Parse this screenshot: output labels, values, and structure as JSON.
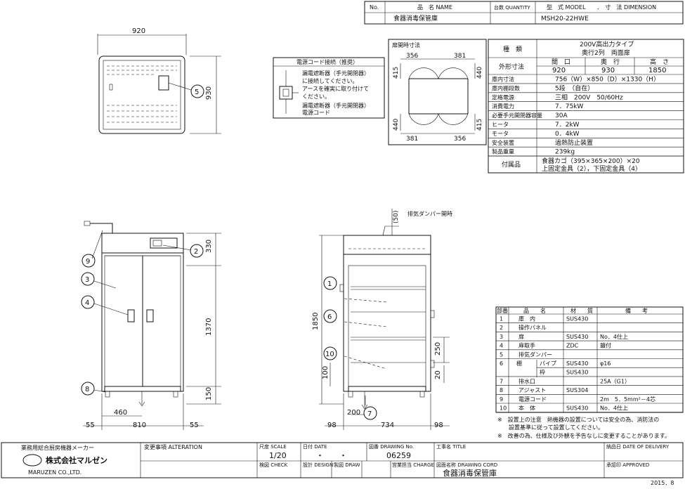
{
  "header": {
    "no_label": "No.",
    "name_label": "品　名 NAME",
    "qty_label": "台数 QUANTITY",
    "model_label": "型　式 MODEL　　．　寸　法 DIMENSION",
    "product_name": "食器消毒保管庫",
    "model": "MSH20-22HWE"
  },
  "views": {
    "top_width": "920",
    "top_depth": "930",
    "front_heights": [
      "330",
      "1370",
      "150"
    ],
    "front_widths": [
      "55",
      "810",
      "55"
    ],
    "front_460": "460",
    "side_total_height": "1850",
    "side_damper": "(50)",
    "side_damper_label": "排気ダンパー開時",
    "side_dims": [
      "250",
      "20",
      "100"
    ],
    "side_bottom": [
      "98",
      "734",
      "98"
    ],
    "side_200": "200",
    "callouts": [
      "1",
      "2",
      "3",
      "4",
      "5",
      "6",
      "7",
      "8",
      "9",
      "10"
    ]
  },
  "door_swing": {
    "title": "扉開時寸法",
    "top": [
      "356",
      "381"
    ],
    "side_left": [
      "415",
      "440"
    ],
    "side_right": [
      "440",
      "415"
    ],
    "bottom": [
      "381",
      "356"
    ]
  },
  "power_note": {
    "title": "電源コード接続（推奨）",
    "lines": [
      "漏電遮断器（手元開閉器）",
      "に接続してください。",
      "アースを確実に取り付けて",
      "ください。"
    ],
    "legend1": "漏電遮断器（手元開閉器）",
    "legend2": "電源コード"
  },
  "spec": {
    "type_label": "種　類",
    "type_value1": "200V高出力タイプ",
    "type_value2": "奥行2列　両面扉",
    "outer_label": "外形寸法",
    "outer_headers": [
      "間　口",
      "奥　行",
      "高　さ"
    ],
    "outer_values": [
      "920",
      "930",
      "1850"
    ],
    "rows": [
      {
        "label": "庫内寸法",
        "value": "756（W）×850（D）×1330（H）"
      },
      {
        "label": "庫内棚段数",
        "value": "5段　（自在）"
      },
      {
        "label": "定格電源",
        "value": "三相　200V　50/60Hz"
      },
      {
        "label": "消費電力",
        "value": "7．75kW"
      },
      {
        "label": "必要手元開閉器容量",
        "value": "30A"
      },
      {
        "label": "ヒータ",
        "value": "7．2kW"
      },
      {
        "label": "モータ",
        "value": "0．4kW"
      },
      {
        "label": "安全装置",
        "value": "過熱防止装置"
      },
      {
        "label": "製品重量",
        "value": "239kg"
      }
    ],
    "accessory_label": "付属品",
    "accessory_lines": [
      "食器カゴ（395×365×200）×20",
      "上固定金具（2），下固定金具（4）"
    ]
  },
  "parts": {
    "headers": [
      "部番",
      "品　　名",
      "材　　質",
      "備　　考"
    ],
    "rows": [
      {
        "no": "1",
        "name": "庫　内",
        "sub": "",
        "mat": "SUS430",
        "note": ""
      },
      {
        "no": "2",
        "name": "操作パネル",
        "sub": "",
        "mat": "",
        "note": ""
      },
      {
        "no": "3",
        "name": "扉",
        "sub": "",
        "mat": "SUS430",
        "note": "No．4仕上"
      },
      {
        "no": "4",
        "name": "扉取手",
        "sub": "",
        "mat": "ZDC",
        "note": "鍍付"
      },
      {
        "no": "5",
        "name": "排気ダンパー",
        "sub": "",
        "mat": "",
        "note": ""
      },
      {
        "no": "6",
        "name": "棚",
        "sub": "パイプ",
        "mat": "SUS430",
        "note": "φ16"
      },
      {
        "no": "",
        "name": "",
        "sub": "枠",
        "mat": "SUS430",
        "note": ""
      },
      {
        "no": "7",
        "name": "排水口",
        "sub": "",
        "mat": "",
        "note": "25A（G1）"
      },
      {
        "no": "8",
        "name": "アジャスト",
        "sub": "",
        "mat": "SUS304",
        "note": ""
      },
      {
        "no": "9",
        "name": "電源コード",
        "sub": "",
        "mat": "",
        "note": "2m　5．5mm²－4芯"
      },
      {
        "no": "10",
        "name": "本　体",
        "sub": "",
        "mat": "SUS430",
        "note": "No．4仕上"
      }
    ]
  },
  "notes": [
    "※　設置上の注意　熱機器の設置については安全の為、消防法の",
    "　　設置基準に従って設置してください。",
    "※　改善の為、仕様及び外観を予告なしに変更することがあります。"
  ],
  "title_block": {
    "maker_line": "業務用総合厨房機器メーカー",
    "company": "株式会社マルゼン",
    "company_en": "MARUZEN CO.,LTD.",
    "alteration": "変更事項 ALTERATION",
    "scale_label": "尺度 SCALE",
    "scale": "1/20",
    "date_label": "日付 DATE",
    "date_value": "・　　・",
    "drawing_no_label": "図番 DRAWING No.",
    "drawing_no": "06259",
    "work_title_label": "工事名 TITLE",
    "delivery_label": "納品日 DATE OF DELIVERY",
    "check_label": "検図 CHECK",
    "design_label": "設計 DESIGN",
    "draw_label": "製図 DRAW",
    "charge_label": "営業担当 CHARGE",
    "cord_label": "図面名称 DRAWING CORD",
    "cord_value": "食器消毒保管庫",
    "approved_label": "承認印 APPROVED",
    "footer_date": "2015．8"
  }
}
